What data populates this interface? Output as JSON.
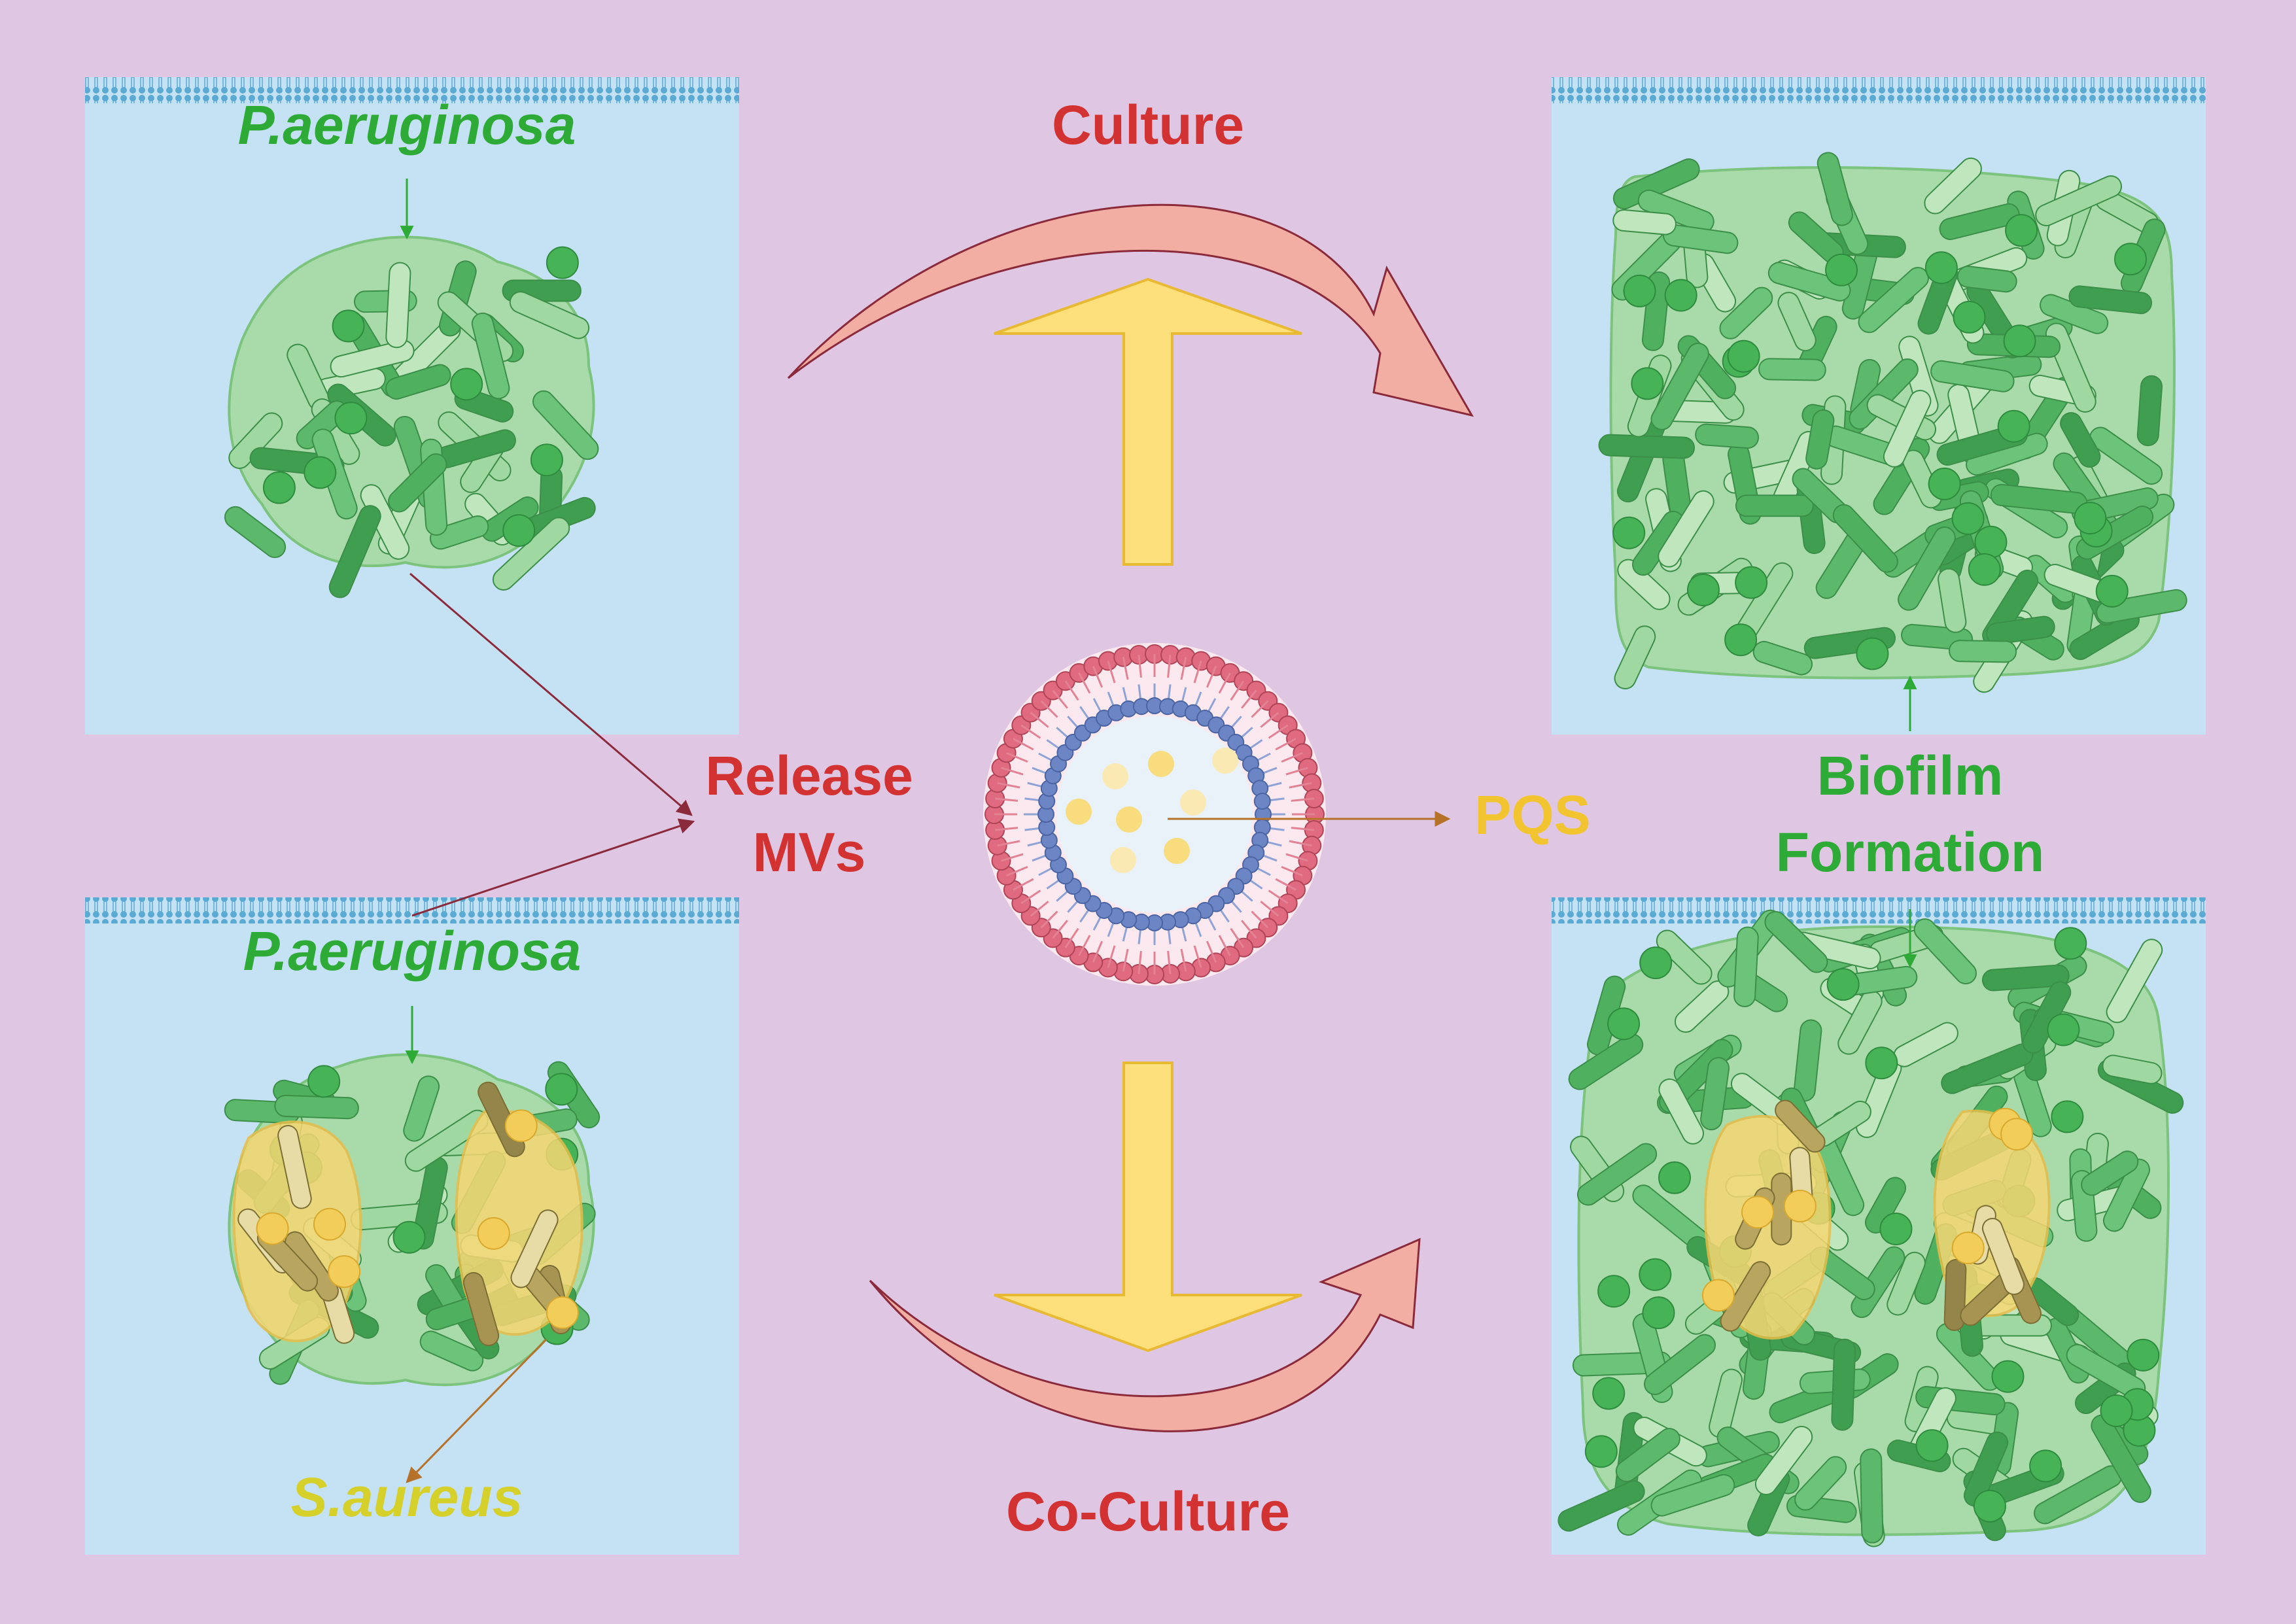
{
  "colors": {
    "background": "#dfc6e2",
    "panel": "#c5e1f4",
    "membrane": "#62b0d6",
    "bacteria_green": "#4fb160",
    "bacteria_light": "#a9dbaa",
    "staph_yellow": "#f3cd5a",
    "staph_brown": "#94864a",
    "label_red": "#d33232",
    "label_green": "#2eab37",
    "label_yellow": "#f2c530",
    "saureus_yellow": "#d6d02a",
    "arrow_salmon": "#f2aea2",
    "arrow_yellow": "#fde07c",
    "vesicle_pink": "#df6479",
    "vesicle_blue": "#6c86c5"
  },
  "labels": {
    "pa_top": "P.aeruginosa",
    "pa_bottom": "P.aeruginosa",
    "s_aureus": "S.aureus",
    "culture": "Culture",
    "co_culture": "Co-Culture",
    "release_line1": "Release",
    "release_line2": "MVs",
    "pqs": "PQS",
    "biofilm_line1": "Biofilm",
    "biofilm_line2": "Formation"
  }
}
